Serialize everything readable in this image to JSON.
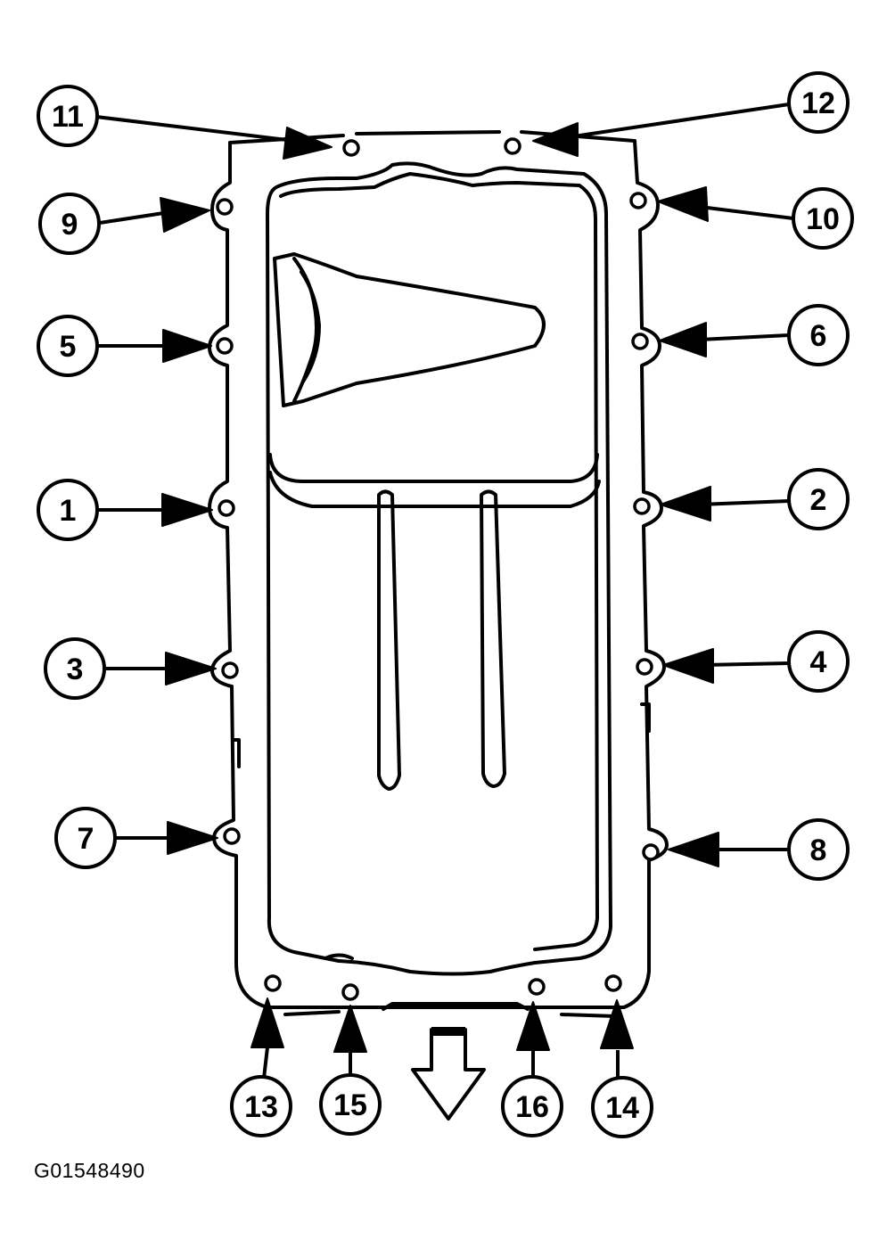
{
  "figure_code": "G01548490",
  "callouts": [
    {
      "id": "1",
      "label": "1"
    },
    {
      "id": "2",
      "label": "2"
    },
    {
      "id": "3",
      "label": "3"
    },
    {
      "id": "4",
      "label": "4"
    },
    {
      "id": "5",
      "label": "5"
    },
    {
      "id": "6",
      "label": "6"
    },
    {
      "id": "7",
      "label": "7"
    },
    {
      "id": "8",
      "label": "8"
    },
    {
      "id": "9",
      "label": "9"
    },
    {
      "id": "10",
      "label": "10"
    },
    {
      "id": "11",
      "label": "11"
    },
    {
      "id": "12",
      "label": "12"
    },
    {
      "id": "13",
      "label": "13"
    },
    {
      "id": "14",
      "label": "14"
    },
    {
      "id": "15",
      "label": "15"
    },
    {
      "id": "16",
      "label": "16"
    }
  ],
  "colors": {
    "line": "#000000",
    "background": "#ffffff"
  }
}
